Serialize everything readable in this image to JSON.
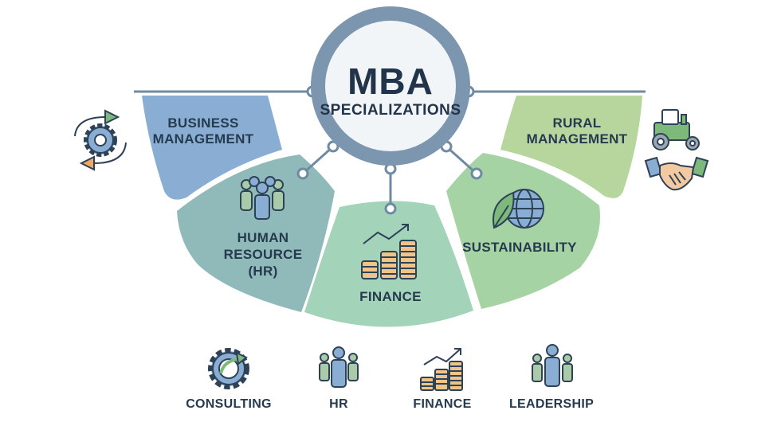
{
  "hub": {
    "title": "MBA",
    "subtitle": "SPECIALIZATIONS"
  },
  "segments": [
    {
      "lines": [
        "BUSINESS",
        "MANAGEMENT"
      ],
      "icon": "gear-cycle-icon"
    },
    {
      "lines": [
        "HUMAN",
        "RESOURCE",
        "(HR)"
      ],
      "icon": "people-group-icon"
    },
    {
      "lines": [
        "FINANCE"
      ],
      "icon": "coins-growth-icon"
    },
    {
      "lines": [
        "SUSTAINABILITY"
      ],
      "icon": "globe-leaf-icon"
    },
    {
      "lines": [
        "RURAL",
        "MANAGEMENT"
      ],
      "icon": "tractor-icon"
    }
  ],
  "side_icons": [
    "gear-cycle-icon",
    "tractor-icon",
    "handshake-icon"
  ],
  "bottom_items": [
    {
      "label": "CONSULTING",
      "icon": "gear-cycle-icon"
    },
    {
      "label": "HR",
      "icon": "people-group-icon"
    },
    {
      "label": "FINANCE",
      "icon": "coins-growth-icon"
    },
    {
      "label": "LEADERSHIP",
      "icon": "leader-group-icon"
    }
  ],
  "colors": {
    "business": "#8aaed3",
    "hr": "#8fbab9",
    "finance": "#a3d3b9",
    "sustainability": "#a6d3a4",
    "rural": "#b6d69d",
    "hub_ring": "#7d96b0",
    "connector": "#6f8aa3",
    "coin": "#f0c487",
    "icon_line": "#2e4257"
  }
}
